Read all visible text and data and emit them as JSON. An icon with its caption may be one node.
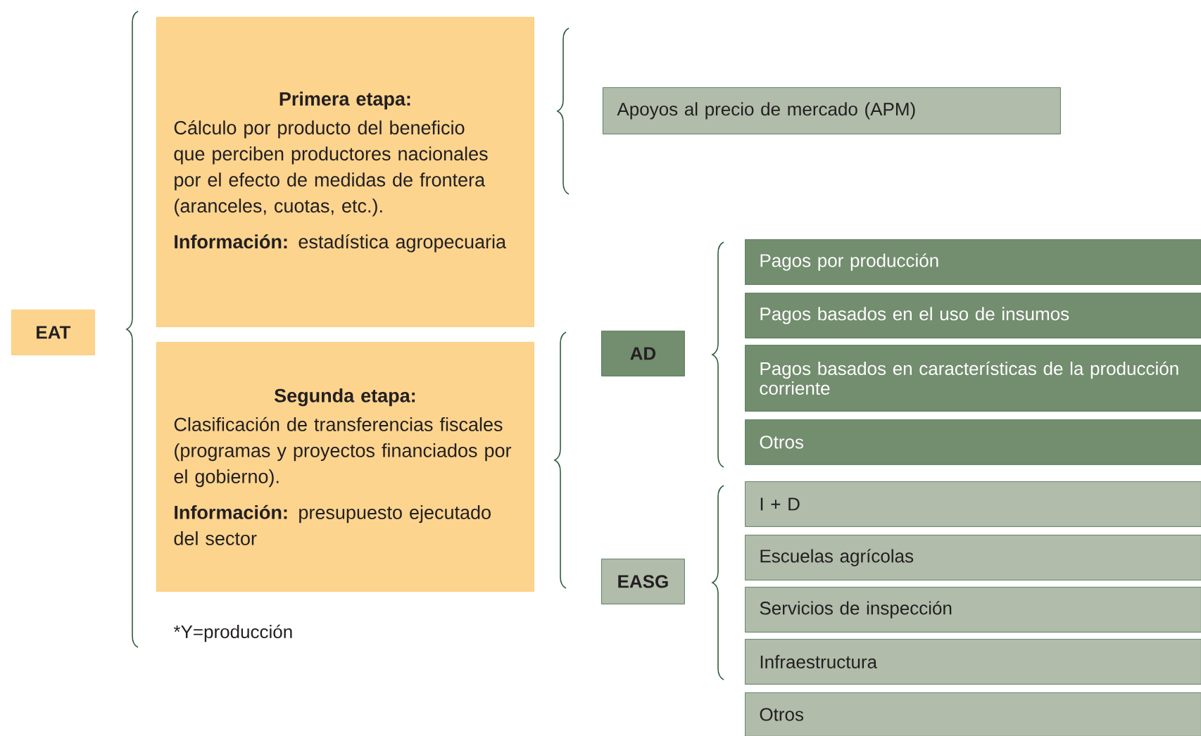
{
  "diagram": {
    "nodes": [
      {
        "text": [
          "EAT"
        ]
      },
      {
        "text": [
          "Primera etapa:",
          "Cálculo por producto del beneficio que perciben productores nacionales por el efecto de medidas de frontera (aranceles, cuotas, etc.).",
          "**Información:** estadística agropecuaria"
        ]
      },
      {
        "text": [
          "Segunda etapa:",
          "Clasificación de transferencias fiscales (programas y proyectos financiados por el gobierno).",
          "**Información:** presupuesto ejecutado del sector"
        ]
      },
      {
        "text": [
          "Apoyos al precio de mercado (APM)"
        ]
      },
      {
        "text": [
          "AD"
        ]
      },
      {
        "text": [
          "Pagos por producción"
        ]
      },
      {
        "text": [
          "Pagos basados en el uso de insumos"
        ]
      },
      {
        "text": [
          "Pagos basados en características de la producción corriente"
        ]
      },
      {
        "text": [
          "Otros"
        ]
      },
      {
        "text": [
          "EASG"
        ]
      },
      {
        "text": [
          "I + D"
        ]
      },
      {
        "text": [
          "Escuelas agrícolas"
        ]
      },
      {
        "text": [
          "Servicios de inspección"
        ]
      },
      {
        "text": [
          "Infraestructura"
        ]
      },
      {
        "text": [
          "Otros"
        ]
      }
    ],
    "labels": [
      "*Y=producción"
    ]
  }
}
